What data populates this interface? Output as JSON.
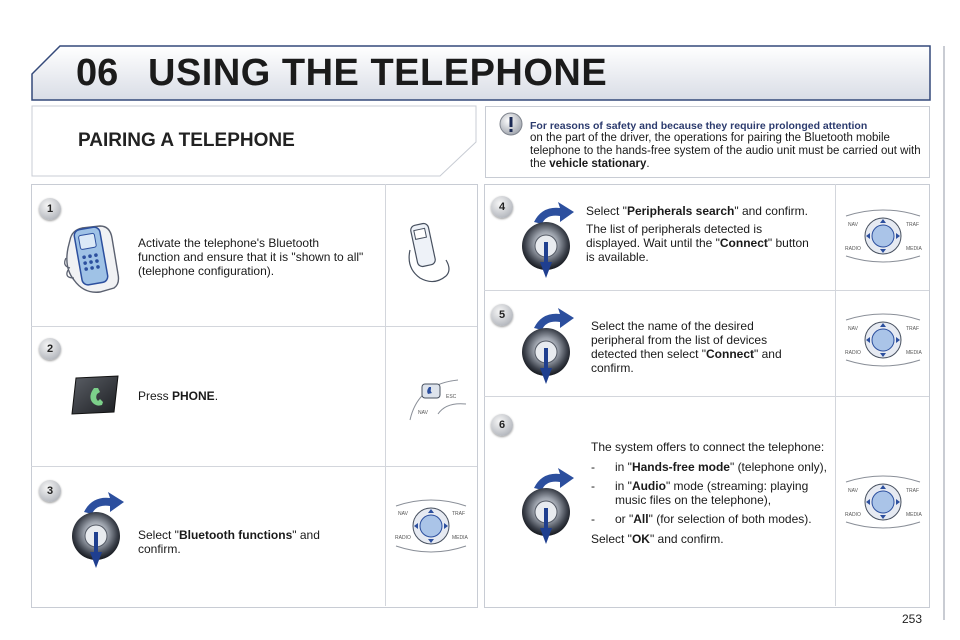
{
  "header": {
    "chapter_number": "06",
    "chapter_title": "USING THE TELEPHONE"
  },
  "section_title": "PAIRING A TELEPHONE",
  "warning": {
    "icon": "exclamation-icon",
    "heading": "For reasons of safety and because they require prolonged attention",
    "text_before": "on the part of the driver, the operations for pairing the Bluetooth mobile telephone to the hands-free system of the audio unit must be carried out with the ",
    "text_bold": "vehicle stationary",
    "text_after": "."
  },
  "steps": [
    {
      "number": "1",
      "text": "Activate the telephone's Bluetooth function and ensure that it is \"shown to all\" (telephone configuration)."
    },
    {
      "number": "2",
      "prefix": "Press ",
      "bold": "PHONE",
      "suffix": "."
    },
    {
      "number": "3",
      "prefix": "Select \"",
      "bold": "Bluetooth functions",
      "suffix": "\" and confirm."
    },
    {
      "number": "4",
      "prefix": "Select \"",
      "bold": "Peripherals search",
      "suffix": "\" and confirm.",
      "para2_prefix": "The list of peripherals detected is displayed. Wait until the \"",
      "para2_bold": "Connect",
      "para2_suffix": "\" button is available."
    },
    {
      "number": "5",
      "prefix": "Select the name of the desired peripheral from the list of devices detected then select \"",
      "bold": "Connect",
      "suffix": "\" and confirm."
    },
    {
      "number": "6",
      "intro": "The system offers to connect the telephone:",
      "options": [
        {
          "dash": "-",
          "prefix": "in \"",
          "bold": "Hands-free mode",
          "suffix": "\" (telephone only),"
        },
        {
          "dash": "-",
          "prefix": "in \"",
          "bold": "Audio",
          "suffix": "\" mode (streaming: playing music files on the telephone),"
        },
        {
          "dash": "-",
          "prefix": "or \"",
          "bold": "All",
          "suffix": "\" (for selection of both modes)."
        }
      ],
      "closing_prefix": "Select \"",
      "closing_bold": "OK",
      "closing_suffix": "\" and confirm."
    }
  ],
  "control_labels": {
    "nav": "NAV",
    "traf": "TRAF",
    "radio": "RADIO",
    "media": "MEDIA",
    "esc": "ESC"
  },
  "page_number": "253",
  "colors": {
    "accent": "#2c4f9e",
    "arrow": "#1f3f8f",
    "border": "#c8ccd4"
  }
}
